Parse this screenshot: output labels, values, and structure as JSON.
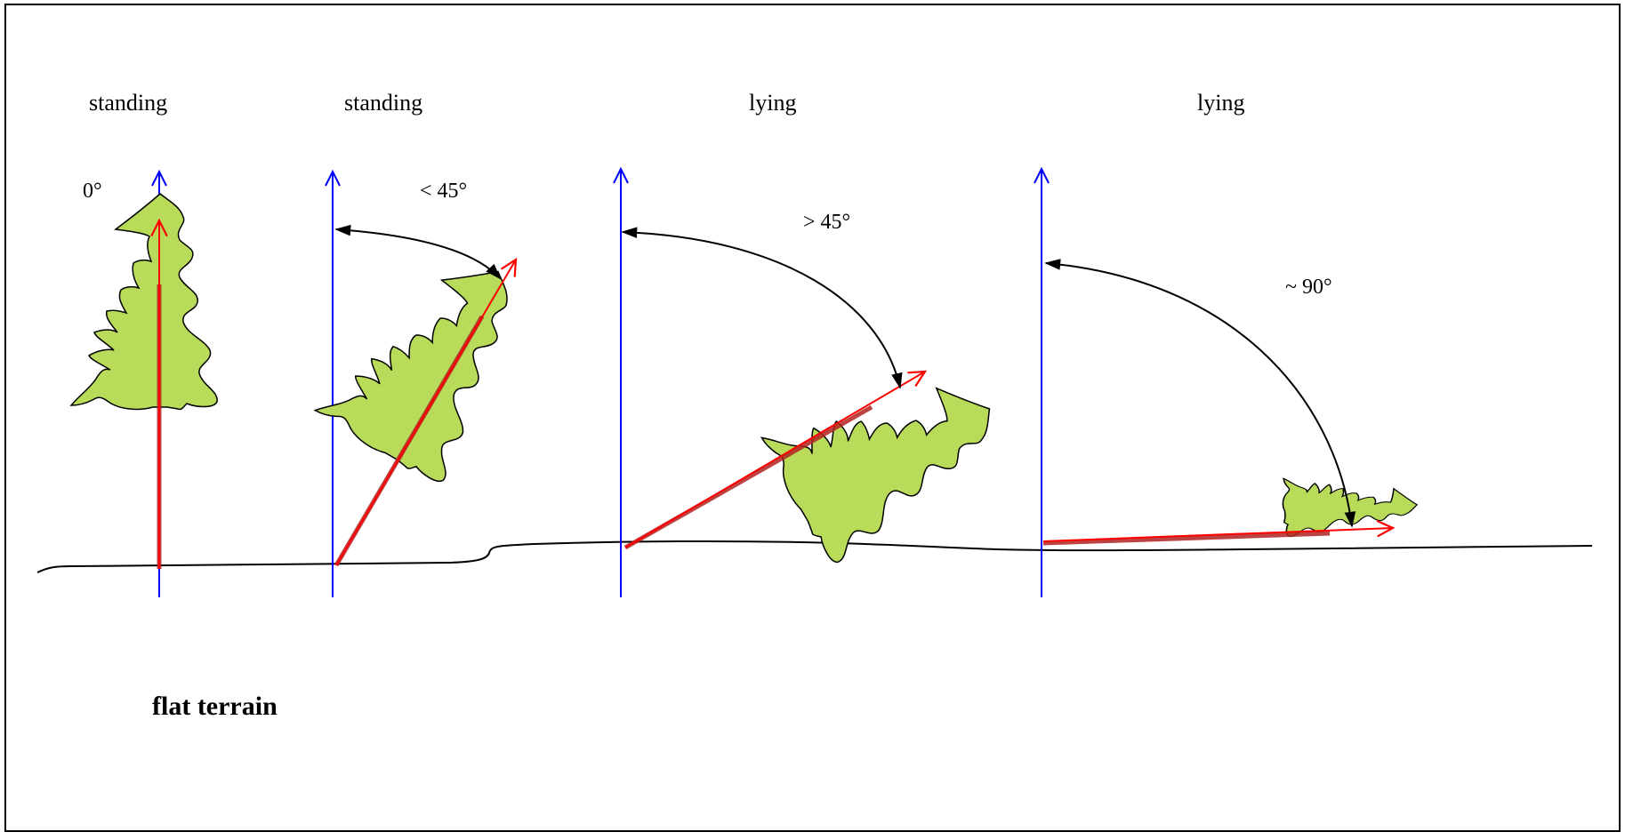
{
  "panels": [
    {
      "state_label": "standing",
      "angle_label": "0°"
    },
    {
      "state_label": "standing",
      "angle_label": "< 45°"
    },
    {
      "state_label": "lying",
      "angle_label": "> 45°"
    },
    {
      "state_label": "lying",
      "angle_label": "~ 90°"
    }
  ],
  "caption": "flat terrain",
  "colors": {
    "vertical_axis": "#0000ff",
    "tree_direction": "#ff0000",
    "trunk": "#b22222",
    "crown_fill": "#b8dc5a",
    "angle_arc": "#000000",
    "ground": "#000000",
    "frame": "#000000"
  }
}
